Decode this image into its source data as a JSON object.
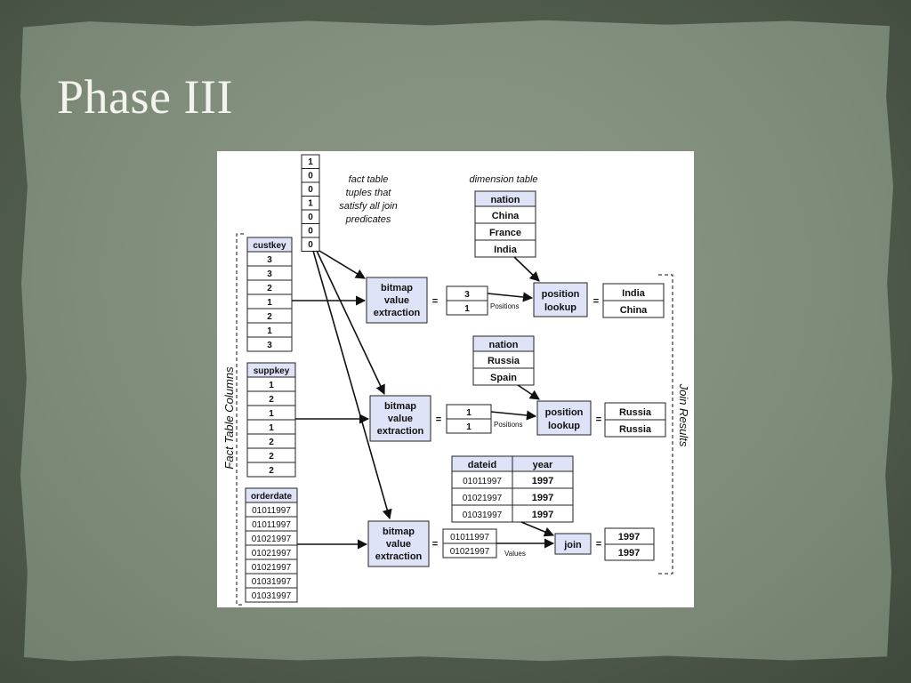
{
  "slide": {
    "title": "Phase III"
  },
  "labels": {
    "fact_note": [
      "fact table",
      "tuples that",
      "satisfy all join",
      "predicates"
    ],
    "dimension_note": "dimension table",
    "fact_table_columns": "Fact Table Columns",
    "join_results": "Join Results",
    "bitmap_extraction": [
      "bitmap",
      "value",
      "extraction"
    ],
    "position_lookup": [
      "position",
      "lookup"
    ],
    "join": "join",
    "equals": "=",
    "positions": "Positions",
    "values": "Values"
  },
  "bitmap": [
    "1",
    "0",
    "0",
    "1",
    "0",
    "0",
    "0"
  ],
  "fact_columns": {
    "custkey": {
      "header": "custkey",
      "values": [
        "3",
        "3",
        "2",
        "1",
        "2",
        "1",
        "3"
      ]
    },
    "suppkey": {
      "header": "suppkey",
      "values": [
        "1",
        "2",
        "1",
        "1",
        "2",
        "2",
        "2"
      ]
    },
    "orderdate": {
      "header": "orderdate",
      "values": [
        "01011997",
        "01011997",
        "01021997",
        "01021997",
        "01021997",
        "01031997",
        "01031997"
      ]
    }
  },
  "dimensions": {
    "nation_1": {
      "header": "nation",
      "values": [
        "China",
        "France",
        "India"
      ]
    },
    "nation_2": {
      "header": "nation",
      "values": [
        "Russia",
        "Spain"
      ]
    },
    "date": {
      "headers": [
        "dateid",
        "year"
      ],
      "rows": [
        [
          "01011997",
          "1997"
        ],
        [
          "01021997",
          "1997"
        ],
        [
          "01031997",
          "1997"
        ]
      ]
    }
  },
  "extracted": {
    "custkey": [
      "3",
      "1"
    ],
    "suppkey": [
      "1",
      "1"
    ],
    "orderdate": [
      "01011997",
      "01021997"
    ]
  },
  "results": {
    "custkey": [
      "India",
      "China"
    ],
    "suppkey": [
      "Russia",
      "Russia"
    ],
    "orderdate": [
      "1997",
      "1997"
    ]
  }
}
